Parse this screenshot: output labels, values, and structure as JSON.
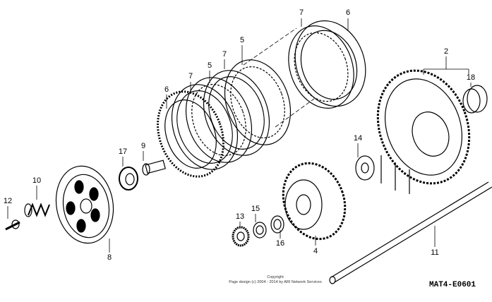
{
  "diagram": {
    "callouts": [
      {
        "id": "c7a",
        "text": "7"
      },
      {
        "id": "c6a",
        "text": "6"
      },
      {
        "id": "c5a",
        "text": "5"
      },
      {
        "id": "c7b",
        "text": "7"
      },
      {
        "id": "c2",
        "text": "2"
      },
      {
        "id": "c18",
        "text": "18"
      },
      {
        "id": "c5b",
        "text": "5"
      },
      {
        "id": "c7c",
        "text": "7"
      },
      {
        "id": "c6b",
        "text": "6"
      },
      {
        "id": "c17",
        "text": "17"
      },
      {
        "id": "c9",
        "text": "9"
      },
      {
        "id": "c14",
        "text": "14"
      },
      {
        "id": "c10",
        "text": "10"
      },
      {
        "id": "c12",
        "text": "12"
      },
      {
        "id": "c13",
        "text": "13"
      },
      {
        "id": "c15",
        "text": "15"
      },
      {
        "id": "c16",
        "text": "16"
      },
      {
        "id": "c8",
        "text": "8"
      },
      {
        "id": "c4",
        "text": "4"
      },
      {
        "id": "c11",
        "text": "11"
      }
    ],
    "copyright_line1": "Copyright",
    "copyright_line2": "Page design (c) 2004 - 2014 by ARI Network Services",
    "diagram_code": "MAT4-E0601"
  }
}
